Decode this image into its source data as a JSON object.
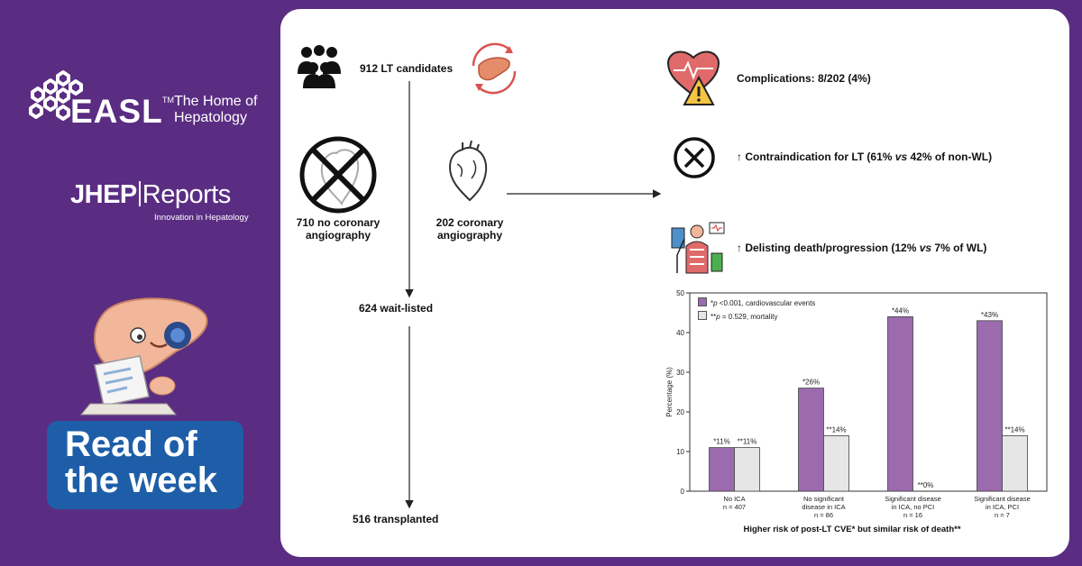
{
  "brand": {
    "easl_word": "EASL",
    "easl_tm": "TM",
    "easl_tagline_1": "The Home of",
    "easl_tagline_2": "Hepatology",
    "jhep_word": "JHEP",
    "jhep_reports": "Reports",
    "jhep_tagline": "Innovation in Hepatology",
    "badge_line1": "Read of",
    "badge_line2": "the week",
    "colors": {
      "background": "#5a2d82",
      "badge": "#1e5ea8",
      "card": "#ffffff"
    }
  },
  "flow": {
    "candidates": "912 LT candidates",
    "no_angio_1": "710 no coronary",
    "no_angio_2": "angiography",
    "angio_1": "202 coronary",
    "angio_2": "angiography",
    "wait_listed": "624 wait-listed",
    "transplanted": "516 transplanted"
  },
  "outcomes": {
    "complications": "Complications: 8/202 (4%)",
    "contra_pre": "↑ Contraindication for LT (61% ",
    "contra_vs": "vs",
    "contra_post": " 42% of non-WL)",
    "delist_pre": "↑ Delisting death/progression (12% ",
    "delist_vs": "vs",
    "delist_post": " 7% of WL)"
  },
  "icons": [
    "people-group-icon",
    "liver-cycle-icon",
    "crossed-heart-icon",
    "heart-icon",
    "heart-warning-icon",
    "circle-x-icon",
    "icu-patient-icon"
  ],
  "chart_data": {
    "type": "bar",
    "ylabel": "Percentage (%)",
    "ylim": [
      0,
      50
    ],
    "yticks": [
      "0",
      "10",
      "20",
      "30",
      "40",
      "50"
    ],
    "categories": [
      [
        "No ICA",
        "n = 407"
      ],
      [
        "No significant",
        "disease in ICA",
        "n = 86"
      ],
      [
        "Significant disease",
        "in ICA, no PCI",
        "n = 16"
      ],
      [
        "Significant disease",
        "in ICA, PCI",
        "n = 7"
      ]
    ],
    "series": [
      {
        "name": "cardiovascular events",
        "values": [
          11,
          26,
          44,
          43
        ],
        "labels": [
          "*11%",
          "*26%",
          "*44%",
          "*43%"
        ],
        "color": "#9b6bae"
      },
      {
        "name": "mortality",
        "values": [
          11,
          14,
          0,
          14
        ],
        "labels": [
          "**11%",
          "**14%",
          "**0%",
          "**14%"
        ],
        "color": "#e6e6e6"
      }
    ],
    "legend": [
      {
        "star": "*",
        "p": "p",
        "text": " <0.001, cardiovascular events"
      },
      {
        "star": "**",
        "p": "p",
        "text": " = 0.529, mortality"
      }
    ],
    "legend_position": "top-left",
    "caption": "Higher risk of post-LT CVE* but  similar risk of death**"
  }
}
